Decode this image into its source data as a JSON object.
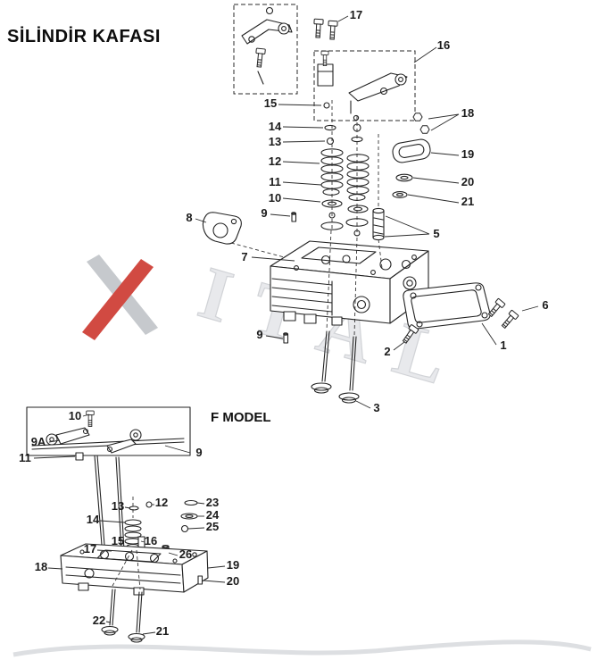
{
  "page": {
    "title": "SİLİNDİR KAFASI",
    "watermark": "ITAL",
    "f_model_label": "F MODEL"
  },
  "colors": {
    "background": "#ffffff",
    "line_art": "#232323",
    "watermark_gray": "#dfe1e4",
    "watermark_red": "#cf4138"
  },
  "main_diagram": {
    "callouts": [
      "17",
      "16",
      "15",
      "14",
      "13",
      "12",
      "11",
      "10",
      "18",
      "19",
      "20",
      "21",
      "8",
      "9",
      "5",
      "7",
      "6",
      "1",
      "2",
      "9",
      "3"
    ]
  },
  "f_model_diagram": {
    "callouts": [
      "10",
      "9A",
      "11",
      "9",
      "13",
      "12",
      "23",
      "24",
      "14",
      "25",
      "15",
      "16",
      "17",
      "26",
      "18",
      "19",
      "20",
      "22",
      "21"
    ]
  }
}
